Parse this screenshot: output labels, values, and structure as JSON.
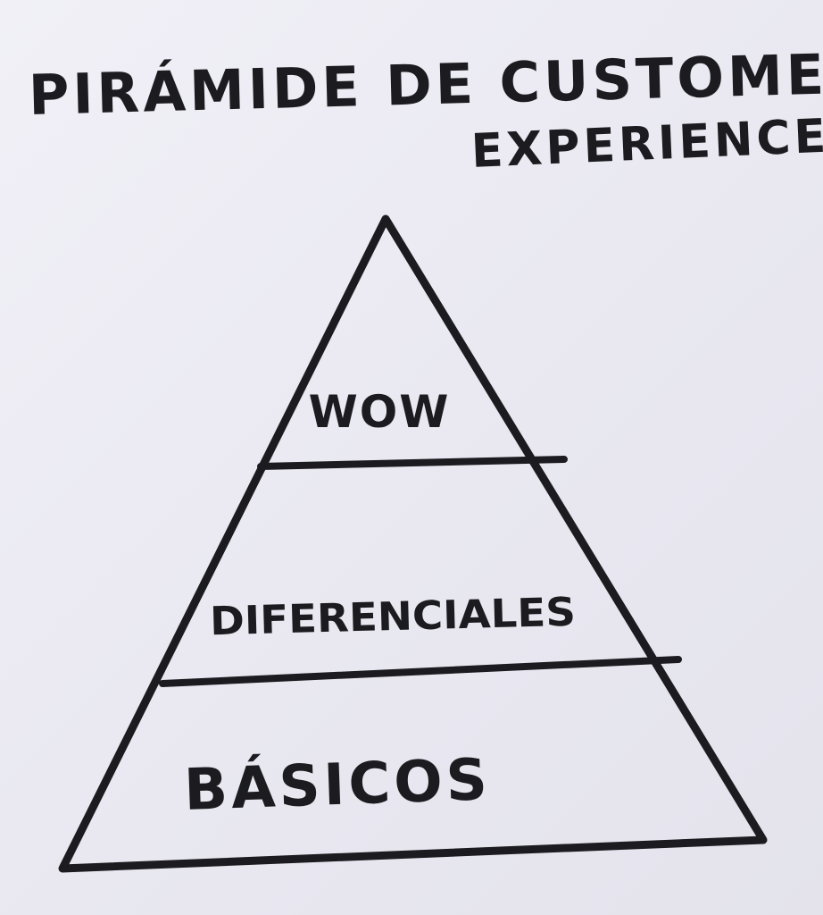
{
  "title": {
    "line1": "PIRÁMIDE DE CUSTOMER",
    "line2": "EXPERIENCE"
  },
  "pyramid": {
    "tiers": [
      {
        "label": "WOW"
      },
      {
        "label": "DIFERENCIALES"
      },
      {
        "label": "BÁSICOS"
      }
    ]
  },
  "colors": {
    "ink": "#1c1b1f",
    "paper": "#eceaf3"
  }
}
